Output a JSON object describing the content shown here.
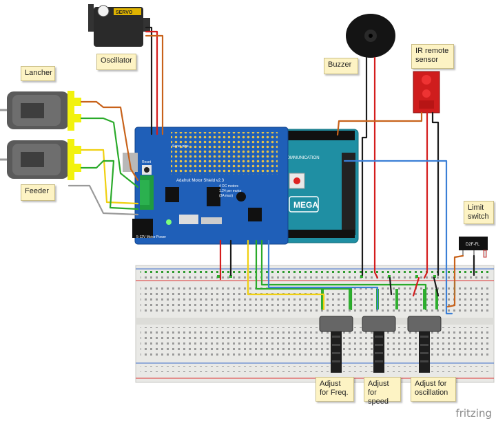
{
  "notes": {
    "oscillator": "Oscillator",
    "lancher": "Lancher",
    "feeder": "Feeder",
    "buzzer": "Buzzer",
    "ir_remote": "IR remote sensor",
    "limit_switch": "Limit switch",
    "adjust_freq": "Adjust for Freq.",
    "adjust_speed": "Adjust for speed",
    "adjust_oscillation": "Adjust for oscillation"
  },
  "shield": {
    "title": "Adafruit Motor Shield v2.3",
    "specs": [
      "4 DC motors",
      "1.24 per motor",
      "(3A max)"
    ],
    "servo_label": "Servo pins",
    "power_label": "5-12V Motor Power",
    "reset_label": "Reset"
  },
  "mega": {
    "label": "MEGA",
    "comm": "COMMUNICATION"
  },
  "servo": {
    "label": "SERVO"
  },
  "limit_switch_part": {
    "label": "D2F-FL"
  },
  "watermark": "fritzing"
}
